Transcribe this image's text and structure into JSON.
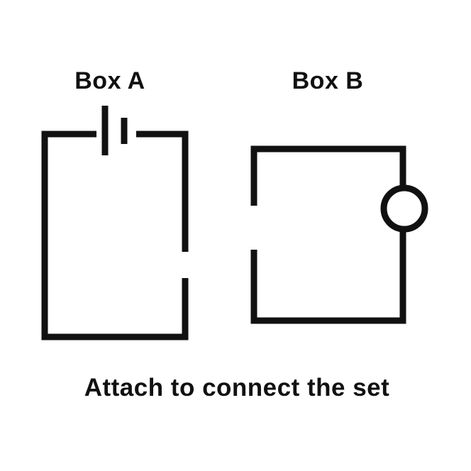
{
  "page": {
    "background": "#ffffff",
    "line_color": "#111111",
    "text_color": "#111111"
  },
  "diagram": {
    "box_a_label": "Box A",
    "box_b_label": "Box B",
    "caption": "Attach to connect the set",
    "icons": {
      "battery": "battery-icon",
      "bulb": "bulb-icon"
    }
  }
}
